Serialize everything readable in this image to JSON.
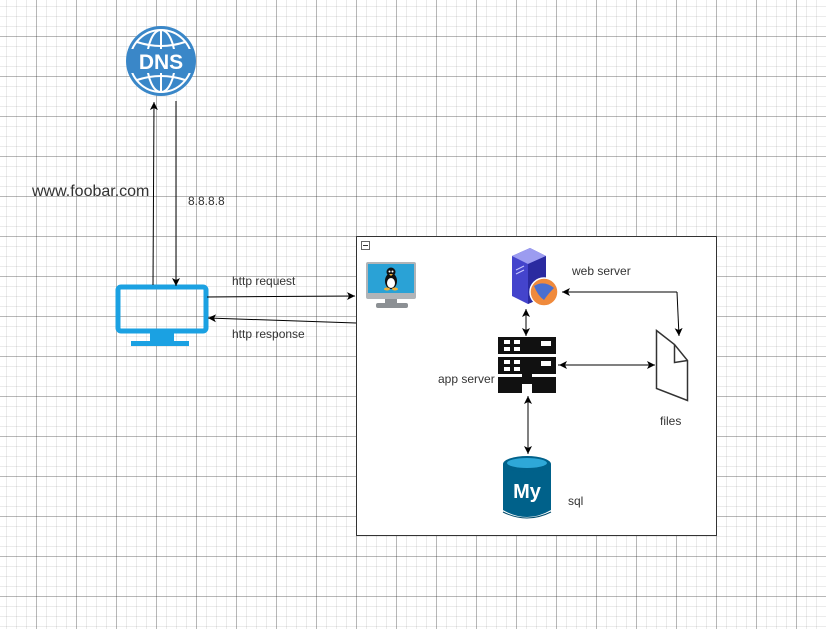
{
  "labels": {
    "domain": "www.foobar.com",
    "ip": "8.8.8.8",
    "http_request": "http request",
    "http_response": "http response",
    "web_server": "web server",
    "app_server": "app server",
    "files": "files",
    "sql": "sql",
    "dns_text": "DNS",
    "mysql_text": "My"
  },
  "colors": {
    "dns": "#3a87c8",
    "monitor": "#1ba1e2",
    "mysql": "#00618a",
    "web_server_body": "#5a5ae0",
    "web_server_globe": "#f08a3c",
    "edge": "#000000",
    "container_border": "#333333"
  },
  "icons": {
    "dns": "dns-globe-icon",
    "client": "monitor-icon",
    "linux": "linux-vm-icon",
    "web_server": "web-server-icon",
    "app_server": "app-server-rack-icon",
    "files": "file-icon",
    "database": "mysql-database-icon"
  }
}
